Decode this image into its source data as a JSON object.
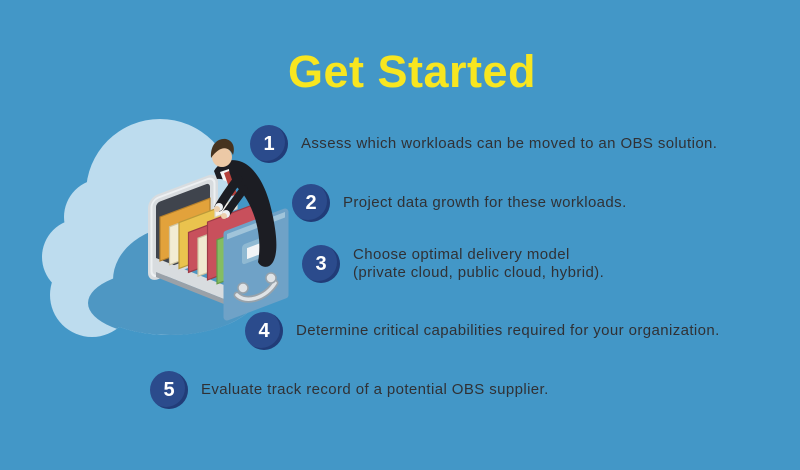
{
  "title": "Get Started",
  "steps": [
    {
      "number": "1",
      "lines": [
        "Assess which workloads can be moved to an OBS solution."
      ]
    },
    {
      "number": "2",
      "lines": [
        "Project data growth for these workloads."
      ]
    },
    {
      "number": "3",
      "lines": [
        "Choose optimal delivery model",
        "(private cloud, public cloud, hybrid)."
      ]
    },
    {
      "number": "4",
      "lines": [
        "Determine critical capabilities required for your organization."
      ]
    },
    {
      "number": "5",
      "lines": [
        "Evaluate track record of a potential OBS supplier."
      ]
    }
  ],
  "illustration": {
    "alt": "Businessman pulling colorful folders from an open filing-cabinet drawer set inside a large cloud",
    "folder_colors": [
      "#e2a23b",
      "#f2ecd4",
      "#eac34e",
      "#c8505c",
      "#f0e9d0",
      "#c8505c",
      "#84bd63",
      "#f4eed8",
      "#f2ecd4"
    ]
  },
  "colors": {
    "background": "#4397c7",
    "title": "#f8e620",
    "step_circle": "#2b4b8c",
    "step_number": "#ffffff",
    "step_text": "#303135",
    "cloud_light": "#bddcee",
    "cloud_mid": "#4e97c3",
    "drawer_front": "#6fa2c7"
  }
}
